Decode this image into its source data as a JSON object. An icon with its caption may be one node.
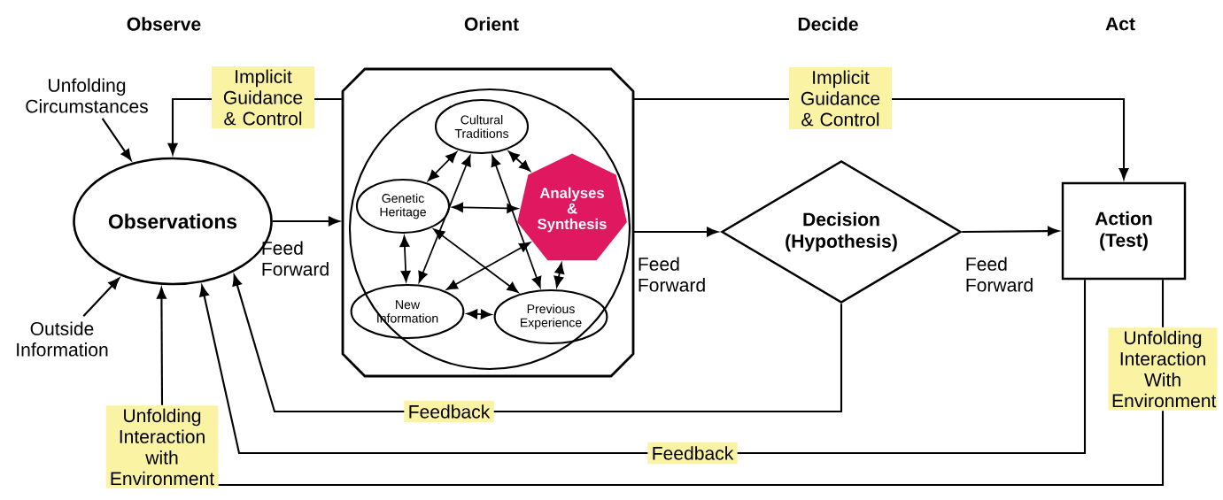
{
  "diagram": {
    "nodes": [
      {
        "text": [
          "Unfolding Circumstances"
        ]
      },
      {
        "text": [
          "Observations"
        ]
      },
      {
        "text": [
          "Outside Information"
        ]
      },
      {
        "text": [
          "Unfolding Interaction with Environment"
        ]
      },
      {
        "text": [],
        "shape": "octagon"
      },
      {
        "text": [],
        "shape": "circle",
        "in": 4
      },
      {
        "text": [
          "Cultural Traditions"
        ],
        "in": 5
      },
      {
        "text": [
          "Genetic Heritage"
        ],
        "in": 5
      },
      {
        "text": [
          "Analyses & Synthesis"
        ],
        "in": 5
      },
      {
        "text": [
          "New Information"
        ],
        "in": 5
      },
      {
        "text": [
          "Previous Experience"
        ],
        "in": 5
      },
      {
        "text": [
          "Decision (Hypothesis)"
        ]
      },
      {
        "text": [
          "Action (Test)"
        ]
      },
      {
        "text": [
          "Unfolding Interaction With Environment"
        ]
      }
    ],
    "edges": [
      {
        "from": 0,
        "to": 1,
        "arrow": "to"
      },
      {
        "from": 2,
        "to": 1,
        "arrow": "to"
      },
      {
        "from": 4,
        "to": 1,
        "arrow": "to",
        "label": "Implicit Guidance & Control"
      },
      {
        "from": 4,
        "to": 12,
        "arrow": "to",
        "label": "Implicit Guidance & Control"
      },
      {
        "from": 1,
        "to": 4,
        "arrow": "to",
        "label": "Feed Forward"
      },
      {
        "from": 4,
        "to": 11,
        "arrow": "to",
        "label": "Feed Forward"
      },
      {
        "from": 11,
        "to": 12,
        "arrow": "to",
        "label": "Feed Forward"
      },
      {
        "from": 11,
        "to": 1,
        "arrow": "to",
        "label": "Feedback"
      },
      {
        "from": 12,
        "to": 1,
        "arrow": "to",
        "label": "Feedback"
      },
      {
        "from": 12,
        "to": 13,
        "arrow": "none"
      },
      {
        "from": 13,
        "to": 3,
        "arrow": "none"
      },
      {
        "from": 3,
        "to": 1,
        "arrow": "to"
      },
      {
        "from": 6,
        "to": 7,
        "arrow": "both"
      },
      {
        "from": 6,
        "to": 8,
        "arrow": "both"
      },
      {
        "from": 6,
        "to": 9,
        "arrow": "both"
      },
      {
        "from": 6,
        "to": 10,
        "arrow": "both"
      },
      {
        "from": 7,
        "to": 8,
        "arrow": "both"
      },
      {
        "from": 7,
        "to": 9,
        "arrow": "both"
      },
      {
        "from": 7,
        "to": 10,
        "arrow": "both"
      },
      {
        "from": 8,
        "to": 9,
        "arrow": "both"
      },
      {
        "from": 8,
        "to": 10,
        "arrow": "both"
      },
      {
        "from": 9,
        "to": 10,
        "arrow": "both"
      }
    ],
    "labels": [
      "Observe",
      "Orient",
      "Decide",
      "Act"
    ]
  }
}
